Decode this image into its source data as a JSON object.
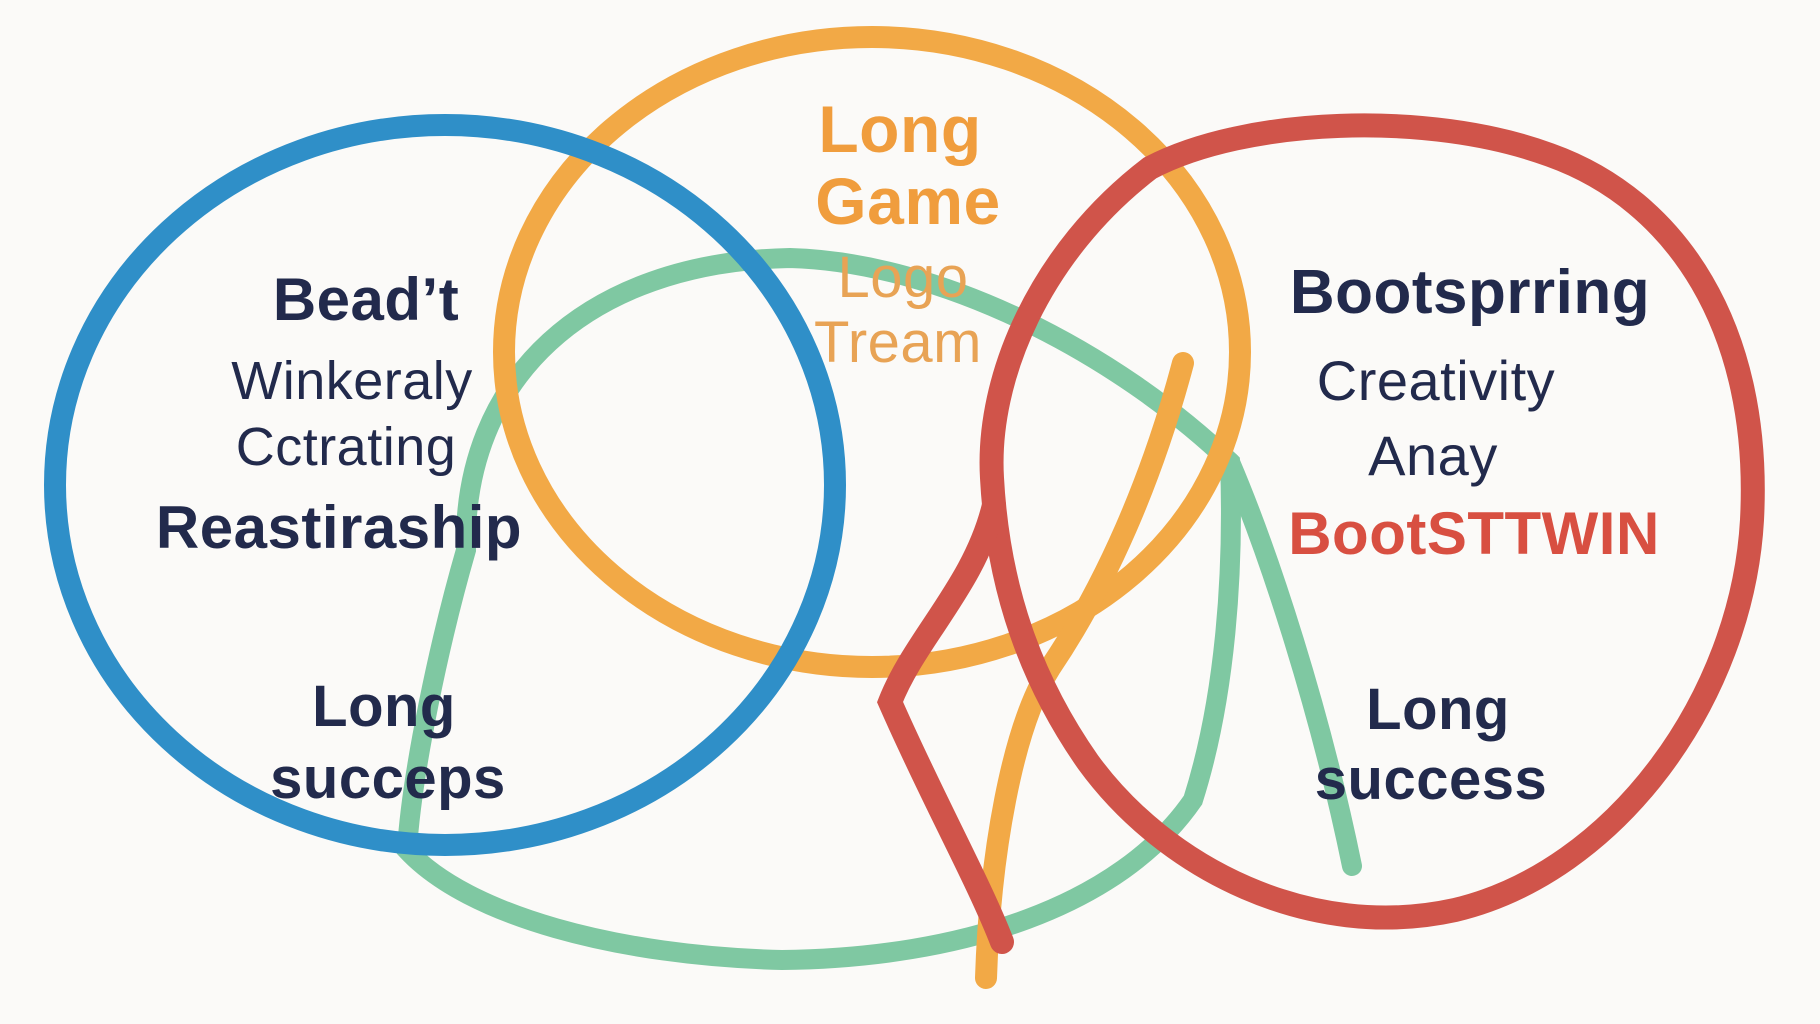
{
  "diagram": {
    "type": "venn-overlapping-rings",
    "background": "#fbfaf8",
    "rings": [
      {
        "id": "green",
        "color": "#7fc8a2",
        "position": "bottom-center (drawn behind, with pointed arc artifact on right)"
      },
      {
        "id": "orange",
        "color": "#f2a946",
        "position": "top-center (with extra inner descending strand)"
      },
      {
        "id": "blue",
        "color": "#2f8fc8",
        "position": "left"
      },
      {
        "id": "red",
        "color": "#d0544a",
        "position": "right (with inward hook strand at bottom-left)"
      }
    ]
  },
  "left_circle": {
    "line1": "Bead’t",
    "line2": "Winkeraly",
    "line3": "Cctrating",
    "line4": "Reastiraship",
    "line5": "Long",
    "line6": "succeps"
  },
  "top_circle": {
    "line1": "Long",
    "line2": "Game",
    "line3": "Logo",
    "line4": "Tream"
  },
  "right_circle": {
    "line1": "Bootsprring",
    "line2": "Creativity",
    "line3": "Anay",
    "line4": "BootSTTWIN",
    "line5": "Long",
    "line6": "success"
  },
  "text_colors": {
    "navy": "#222a4c",
    "orange_bold": "#f09d3d",
    "orange_light": "#e8a355",
    "red": "#d84f41"
  }
}
